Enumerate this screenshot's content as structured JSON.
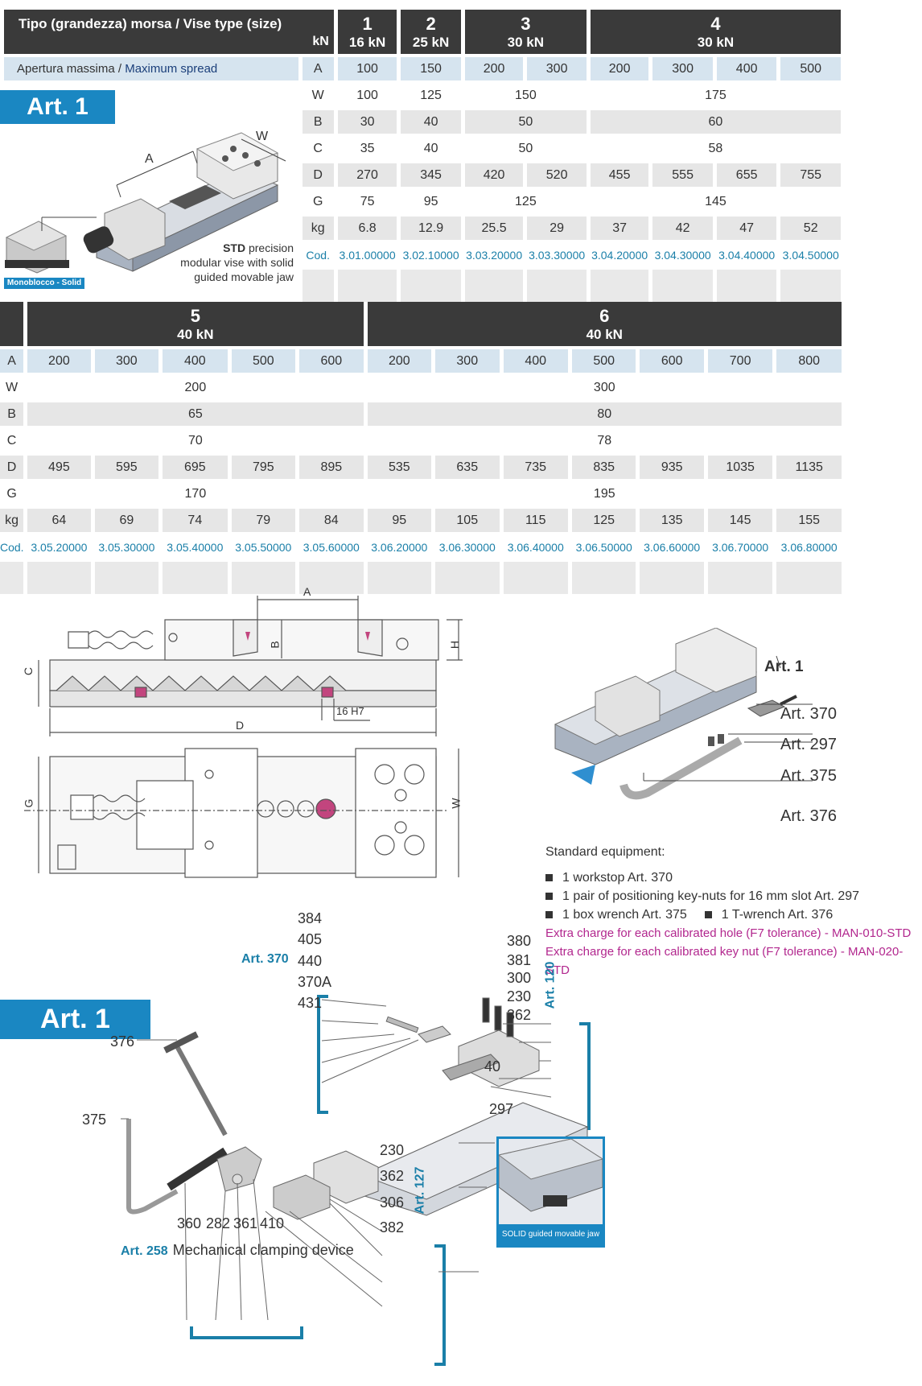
{
  "table1": {
    "header_label": "Tipo (grandezza) morsa / Vise type (size)",
    "unit": "kN",
    "types": [
      {
        "n": "1",
        "kn": "16 kN"
      },
      {
        "n": "2",
        "kn": "25 kN"
      },
      {
        "n": "3",
        "kn": "30 kN"
      },
      {
        "n": "4",
        "kn": "30 kN"
      }
    ],
    "spread_label_it": "Apertura massima / ",
    "spread_label_en": "Maximum spread",
    "A": [
      "100",
      "150",
      "200",
      "300",
      "200",
      "300",
      "400",
      "500"
    ],
    "W": [
      "100",
      "125",
      "150",
      "175"
    ],
    "B": [
      "30",
      "40",
      "50",
      "60"
    ],
    "C": [
      "35",
      "40",
      "50",
      "58"
    ],
    "D": [
      "270",
      "345",
      "420",
      "520",
      "455",
      "555",
      "655",
      "755"
    ],
    "G": [
      "75",
      "95",
      "125",
      "145"
    ],
    "kg": [
      "6.8",
      "12.9",
      "25.5",
      "29",
      "37",
      "42",
      "47",
      "52"
    ],
    "cod": [
      "3.01.00000",
      "3.02.10000",
      "3.03.20000",
      "3.03.30000",
      "3.04.20000",
      "3.04.30000",
      "3.04.40000",
      "3.04.50000"
    ],
    "row_labels": [
      "A",
      "W",
      "B",
      "C",
      "D",
      "G",
      "kg",
      "Cod."
    ]
  },
  "table2": {
    "types": [
      {
        "n": "5",
        "kn": "40 kN"
      },
      {
        "n": "6",
        "kn": "40 kN"
      }
    ],
    "A": [
      "200",
      "300",
      "400",
      "500",
      "600",
      "200",
      "300",
      "400",
      "500",
      "600",
      "700",
      "800"
    ],
    "W": [
      "200",
      "300"
    ],
    "B": [
      "65",
      "80"
    ],
    "C": [
      "70",
      "78"
    ],
    "D": [
      "495",
      "595",
      "695",
      "795",
      "895",
      "535",
      "635",
      "735",
      "835",
      "935",
      "1035",
      "1135"
    ],
    "G": [
      "170",
      "195"
    ],
    "kg": [
      "64",
      "69",
      "74",
      "79",
      "84",
      "95",
      "105",
      "115",
      "125",
      "135",
      "145",
      "155"
    ],
    "cod": [
      "3.05.20000",
      "3.05.30000",
      "3.05.40000",
      "3.05.50000",
      "3.05.60000",
      "3.06.20000",
      "3.06.30000",
      "3.06.40000",
      "3.06.50000",
      "3.06.60000",
      "3.06.70000",
      "3.06.80000"
    ],
    "row_labels": [
      "A",
      "W",
      "B",
      "C",
      "D",
      "G",
      "kg",
      "Cod."
    ]
  },
  "art1_top": {
    "badge": "Art. 1",
    "dim_A": "A",
    "dim_W": "W",
    "desc_bold": "STD",
    "desc_1": " precision",
    "desc_2": "modular vise with solid",
    "desc_3": "guided movable jaw",
    "inset_label": "Monoblocco - Solid"
  },
  "drawing": {
    "A": "A",
    "B": "B",
    "H": "H",
    "C": "C",
    "D": "D",
    "G": "G",
    "W": "W",
    "slot": "16 H7"
  },
  "equipment": {
    "art1": "Art. 1",
    "art370": "Art. 370",
    "art297": "Art. 297",
    "art375": "Art. 375",
    "art376": "Art. 376",
    "title": "Standard equipment:",
    "items": [
      "1 workstop Art. 370",
      "1 pair of positioning key-nuts for 16 mm slot Art. 297",
      "1 box wrench Art. 375",
      "1 T-wrench Art. 376"
    ],
    "extra_1": "Extra charge for each calibrated hole (F7 tolerance) - MAN-010-STD",
    "extra_2": "Extra charge for each calibrated key nut (F7 tolerance) - MAN-020-STD"
  },
  "exploded": {
    "badge": "Art. 1",
    "art370": "Art. 370",
    "art120": "Art. 120",
    "art127": "Art. 127",
    "art258": "Art. 258",
    "mech": "Mechanical clamping device",
    "solid": "SOLID guided movable jaw",
    "left_group": [
      "384",
      "405",
      "440",
      "370A",
      "431"
    ],
    "right_group": [
      "380",
      "381",
      "300",
      "230",
      "362"
    ],
    "n40": "40",
    "n297": "297",
    "n376": "376",
    "n375": "375",
    "jaw_group": [
      "230",
      "362",
      "306",
      "382"
    ],
    "bottom_group": [
      "360",
      "282",
      "361",
      "410"
    ]
  }
}
